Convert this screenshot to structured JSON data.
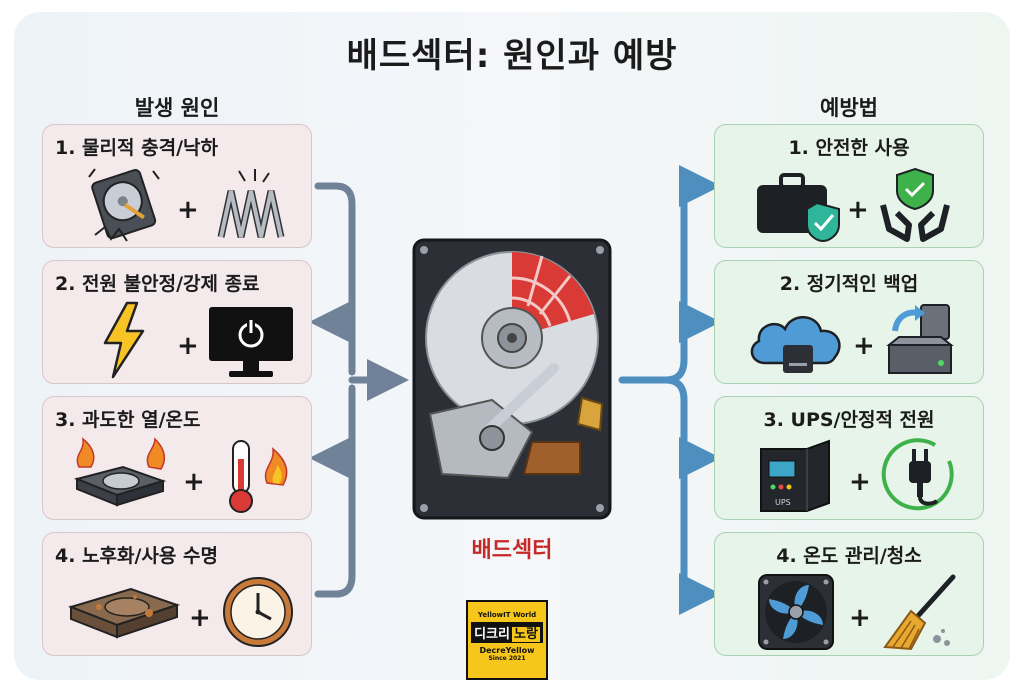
{
  "title": "배드섹터: 원인과 예방",
  "causes_heading": "발생 원인",
  "prevention_heading": "예방법",
  "causes": [
    {
      "label": "1. 물리적 충격/낙하",
      "icons": [
        "cracked-hard-drive-icon",
        "spring-icon"
      ],
      "plus": "+"
    },
    {
      "label": "2. 전원 불안정/강제 종료",
      "icons": [
        "lightning-icon",
        "monitor-power-icon"
      ],
      "plus": "+"
    },
    {
      "label": "3. 과도한 열/온도",
      "icons": [
        "burning-hard-drive-icon",
        "thermometer-fire-icon"
      ],
      "plus": "+"
    },
    {
      "label": "4. 노후화/사용 수명",
      "icons": [
        "rusty-hard-drive-icon",
        "clock-icon"
      ],
      "plus": "+"
    }
  ],
  "prevention": [
    {
      "label": "1. 안전한 사용",
      "icons": [
        "shielded-case-icon",
        "hands-shield-icon"
      ],
      "plus": "+"
    },
    {
      "label": "2. 정기적인 백업",
      "icons": [
        "cloud-drive-icon",
        "backup-drive-icon"
      ],
      "plus": "+"
    },
    {
      "label": "3. UPS/안정적 전원",
      "icons": [
        "ups-icon",
        "power-plug-icon"
      ],
      "plus": "+",
      "ups_text": "UPS"
    },
    {
      "label": "4. 온도 관리/청소",
      "icons": [
        "cooling-fan-icon",
        "broom-icon"
      ],
      "plus": "+"
    }
  ],
  "center_label": "배드섹터",
  "logo": {
    "line1": "YellowIT World",
    "line2a": "디크리",
    "line2b": "노랑",
    "line3": "DecreYellow",
    "line4": "Since 2021"
  },
  "colors": {
    "cause_bg": "#f4eaec",
    "prevention_bg": "#e7f4ea",
    "left_arrows": "#6f8298",
    "right_arrows": "#4f8fc0",
    "bad_sector_red": "#d93a36",
    "center_label": "#c62828"
  }
}
